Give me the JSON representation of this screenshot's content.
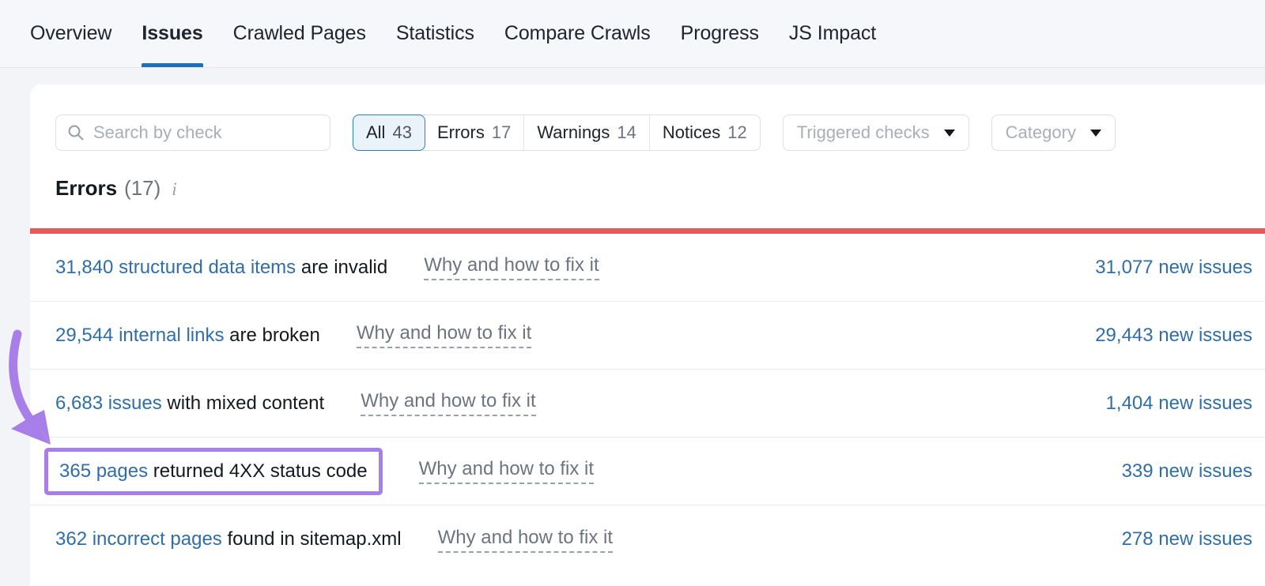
{
  "nav": {
    "tabs": [
      {
        "label": "Overview",
        "active": false
      },
      {
        "label": "Issues",
        "active": true
      },
      {
        "label": "Crawled Pages",
        "active": false
      },
      {
        "label": "Statistics",
        "active": false
      },
      {
        "label": "Compare Crawls",
        "active": false
      },
      {
        "label": "Progress",
        "active": false
      },
      {
        "label": "JS Impact",
        "active": false
      }
    ]
  },
  "filters": {
    "search": {
      "placeholder": "Search by check",
      "value": ""
    },
    "segments": [
      {
        "label": "All",
        "count": "43",
        "active": true
      },
      {
        "label": "Errors",
        "count": "17",
        "active": false
      },
      {
        "label": "Warnings",
        "count": "14",
        "active": false
      },
      {
        "label": "Notices",
        "count": "12",
        "active": false
      }
    ],
    "dropdowns": [
      {
        "label": "Triggered checks"
      },
      {
        "label": "Category"
      }
    ]
  },
  "section": {
    "title": "Errors",
    "count": "(17)",
    "info_icon": "info-icon",
    "accent_color": "#e55a5a"
  },
  "issues": [
    {
      "link_text": "31,840 structured data items",
      "rest_text": " are invalid",
      "fix_label": "Why and how to fix it",
      "new_issues": "31,077 new issues",
      "highlighted": false
    },
    {
      "link_text": "29,544 internal links",
      "rest_text": " are broken",
      "fix_label": "Why and how to fix it",
      "new_issues": "29,443 new issues",
      "highlighted": false
    },
    {
      "link_text": "6,683 issues",
      "rest_text": " with mixed content",
      "fix_label": "Why and how to fix it",
      "new_issues": "1,404 new issues",
      "highlighted": false
    },
    {
      "link_text": "365 pages",
      "rest_text": " returned 4XX status code",
      "fix_label": "Why and how to fix it",
      "new_issues": "339 new issues",
      "highlighted": true
    },
    {
      "link_text": "362 incorrect pages",
      "rest_text": " found in sitemap.xml",
      "fix_label": "Why and how to fix it",
      "new_issues": "278 new issues",
      "highlighted": false
    }
  ],
  "annotation": {
    "arrow_color": "#a87fe8",
    "highlight_color": "#a87fe8"
  },
  "colors": {
    "link_blue": "#2f6ea8",
    "active_tab_blue": "#1d6fb8",
    "error_red": "#e55a5a",
    "page_bg": "#f2f4f7"
  }
}
